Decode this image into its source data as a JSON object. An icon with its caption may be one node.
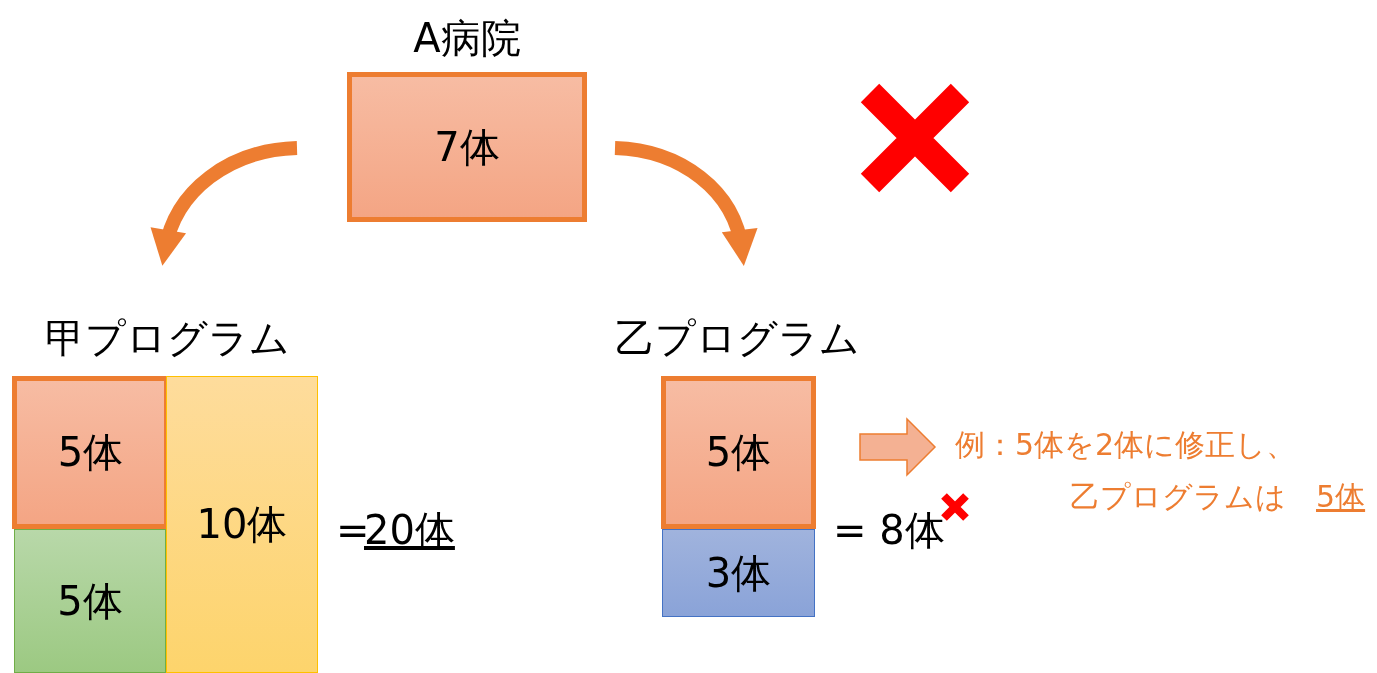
{
  "diagram": {
    "nodes": [
      {
        "text": [
          "A病院",
          "7体"
        ]
      },
      {
        "text": [
          "甲プログラム"
        ]
      },
      {
        "text": [
          "5体"
        ]
      },
      {
        "text": [
          "5体"
        ]
      },
      {
        "text": [
          "10体"
        ]
      },
      {
        "text": [
          "乙プログラム"
        ]
      },
      {
        "text": [
          "5体"
        ]
      },
      {
        "text": [
          "3体"
        ]
      },
      {
        "text": [
          "例：5体を2体に修正し、",
          "乙プログラムは",
          "5体"
        ]
      }
    ],
    "edges": [
      {
        "from": 0,
        "to": 1,
        "arrow": "to"
      },
      {
        "from": 0,
        "to": 5,
        "arrow": "to"
      },
      {
        "from": 6,
        "to": 8,
        "arrow": "to",
        "style": "thick"
      }
    ],
    "labels": [
      "=",
      "20体",
      "= 8体"
    ]
  }
}
